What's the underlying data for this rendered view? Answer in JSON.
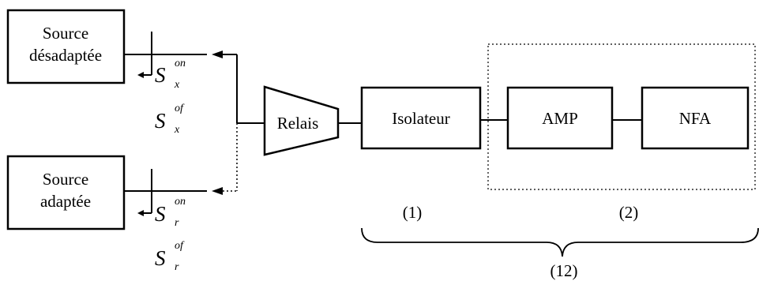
{
  "blocks": {
    "source_mismatched": [
      "Source",
      "désadaptée"
    ],
    "source_matched": [
      "Source",
      "adaptée"
    ],
    "relay": "Relais",
    "isolator": "Isolateur",
    "amp": "AMP",
    "nfa": "NFA"
  },
  "s_params": {
    "sx_on": {
      "base": "S",
      "sub": "x",
      "sup": "on"
    },
    "sx_of": {
      "base": "S",
      "sub": "x",
      "sup": "of"
    },
    "sr_on": {
      "base": "S",
      "sub": "r",
      "sup": "on"
    },
    "sr_of": {
      "base": "S",
      "sub": "r",
      "sup": "of"
    }
  },
  "stage_labels": {
    "stage1": "(1)",
    "stage2": "(2)",
    "cascade": "(12)"
  }
}
